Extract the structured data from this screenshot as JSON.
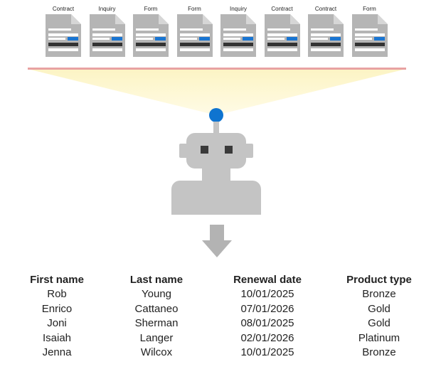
{
  "documents": [
    {
      "label": "Contract",
      "icon": "document-icon"
    },
    {
      "label": "Inquiry",
      "icon": "document-icon"
    },
    {
      "label": "Form",
      "icon": "document-icon"
    },
    {
      "label": "Form",
      "icon": "document-icon"
    },
    {
      "label": "Inquiry",
      "icon": "document-icon"
    },
    {
      "label": "Contract",
      "icon": "document-icon"
    },
    {
      "label": "Contract",
      "icon": "document-icon"
    },
    {
      "label": "Form",
      "icon": "document-icon"
    }
  ],
  "colors": {
    "document_gray": "#b5b5b5",
    "accent_blue": "#1a75d2",
    "bar_dark": "#333333",
    "scan_line": "#e8a2a2",
    "beam": "#fdf7cf",
    "robot_gray": "#c4c4c4",
    "robot_dark": "#3a3a3a",
    "antenna_blue": "#0f74d0",
    "arrow_gray": "#b3b3b3"
  },
  "table": {
    "columns": [
      {
        "header": "First name",
        "values": [
          "Rob",
          "Enrico",
          "Joni",
          "Isaiah",
          "Jenna"
        ]
      },
      {
        "header": "Last name",
        "values": [
          "Young",
          "Cattaneo",
          "Sherman",
          "Langer",
          "Wilcox"
        ]
      },
      {
        "header": "Renewal date",
        "values": [
          "10/01/2025",
          "07/01/2026",
          "08/01/2025",
          "02/01/2026",
          "10/01/2025"
        ]
      },
      {
        "header": "Product type",
        "values": [
          "Bronze",
          "Gold",
          "Gold",
          "Platinum",
          "Bronze"
        ]
      }
    ]
  }
}
